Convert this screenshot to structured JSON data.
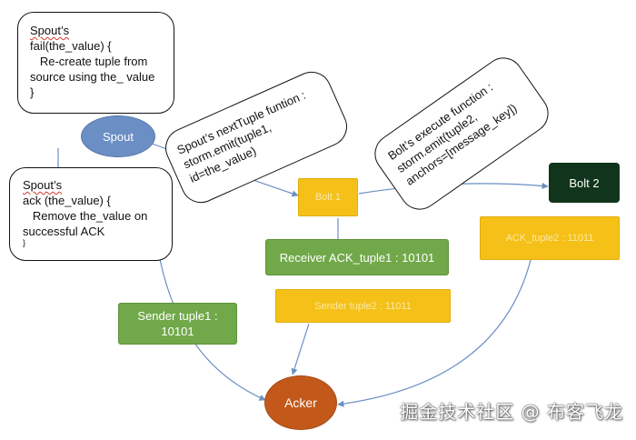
{
  "callouts": {
    "spout_fail": [
      "Spout’s",
      "fail(the_value) {",
      "   Re-create tuple from",
      "source using the_ value",
      "}"
    ],
    "spout_ack": [
      "Spout’s",
      "ack (the_value) {",
      "   Remove the_value on",
      "successful ACK",
      "}"
    ],
    "spout_next": [
      "Spout’s nextTuple funtion :",
      "storm.emit(tuple1,",
      "id=the_value)"
    ],
    "bolt_exec": [
      "Bolt’s execute function :",
      "storm.emit(tuple2,",
      "anchors=[message_key])"
    ]
  },
  "nodes": {
    "spout": "Spout",
    "bolt1": "Bolt 1",
    "bolt2": "Bolt 2",
    "acker": "Acker",
    "receiver_ack": "Receiver ACK_tuple1 : 10101",
    "sender_tuple2": "Sender tuple2 : 11011",
    "ack_tuple2": "ACK_tuple2 : 11011",
    "sender_tuple1": [
      "Sender tuple1 :",
      "10101"
    ]
  },
  "colors": {
    "spout": "#6b8fc4",
    "bolt": "#f5c018",
    "message": "#71a94a",
    "bolt2": "#10351c",
    "acker": "#c2591b",
    "connector": "#6b8fc4"
  },
  "watermark": "掘金技术社区 @ 布客飞龙"
}
